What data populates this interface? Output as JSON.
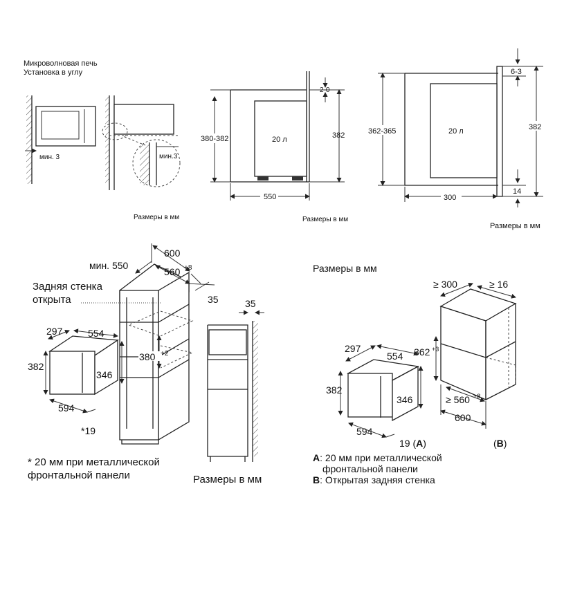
{
  "panel1": {
    "title_line1": "Микроволновая печь",
    "title_line2": "Установка в углу",
    "min_label_left": "мин. 3",
    "min_label_zoom": "мин.3",
    "units": "Размеры в мм"
  },
  "panel2": {
    "height_left": "380-382",
    "height_right": "382",
    "volume": "20 л",
    "gap_top": "2-0",
    "depth": "550",
    "units": "Размеры в мм"
  },
  "panel3": {
    "height_left": "362-365",
    "height_right": "382",
    "volume": "20 л",
    "gap_top": "6-3",
    "bottom": "14",
    "depth": "300",
    "units": "Размеры в мм"
  },
  "panel4": {
    "dim_600": "600",
    "dim_min550": "мин. 550",
    "dim_560": "560",
    "dim_560_sup": "+8",
    "back_open_line1": "Задняя стенка",
    "back_open_line2": "открыта",
    "dim_35_right": "35",
    "dim_35_side": "35",
    "dim_380": "380",
    "dim_380_sup": "+2",
    "dim_297": "297",
    "dim_554": "554",
    "dim_382": "382",
    "dim_346": "346",
    "dim_594": "594",
    "dim_19": "*19",
    "footnote_line1": "* 20 мм при металлической",
    "footnote_line2": "фронтальной панели",
    "units": "Размеры в мм"
  },
  "panel5": {
    "units": "Размеры в мм",
    "dim_300": "≥ 300",
    "dim_16": "≥ 16",
    "dim_362": "362",
    "dim_362_sup": "+3",
    "dim_560": "≥ 560",
    "dim_560_sup": "+8",
    "dim_600": "600",
    "dim_297": "297",
    "dim_554": "554",
    "dim_382": "382",
    "dim_346": "346",
    "dim_594": "594",
    "dim_19": "19 (",
    "label_a": "A",
    "label_a_close": ")",
    "label_b_open": "(",
    "label_b": "B",
    "label_b_close": ")",
    "legend_a_key": "A",
    "legend_a_line1": ": 20 мм при металлической",
    "legend_a_line2": "фронтальной панели",
    "legend_b_key": "B",
    "legend_b_text": ": Открытая задняя стенка"
  }
}
